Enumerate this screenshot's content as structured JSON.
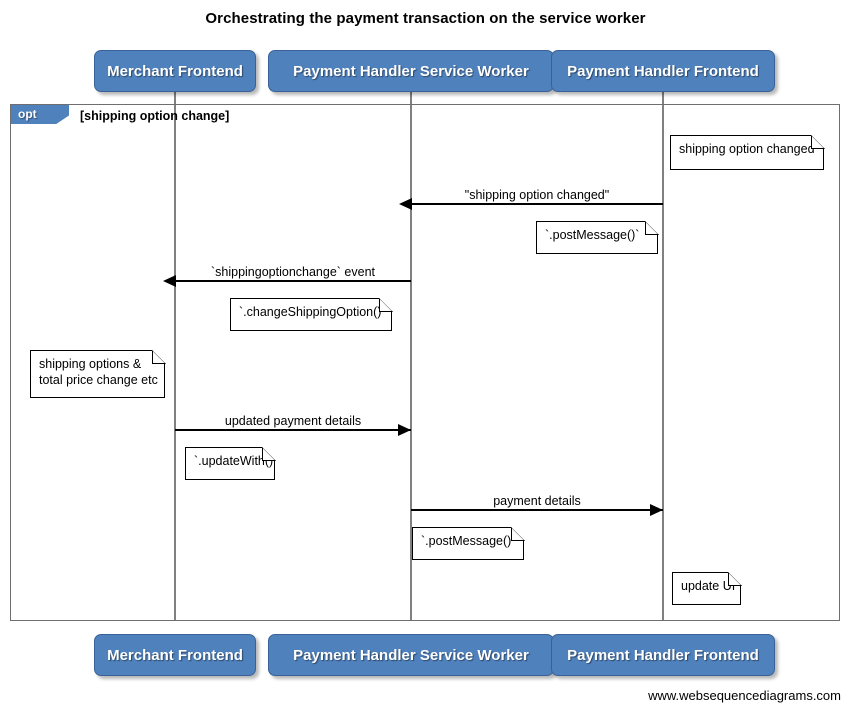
{
  "title": "Orchestrating the payment transaction on the service worker",
  "colors": {
    "participant_fill": "#4f81bd",
    "participant_border": "#3a6298",
    "frame_border": "#6e6e6e",
    "lifeline": "#808080",
    "message": "#000000",
    "note_fill": "#ffffff",
    "background": "#ffffff"
  },
  "participants": [
    {
      "id": "merchant-frontend",
      "label": "Merchant Frontend"
    },
    {
      "id": "payment-handler-service-worker",
      "label": "Payment Handler Service Worker"
    },
    {
      "id": "payment-handler-frontend",
      "label": "Payment Handler Frontend"
    }
  ],
  "fragment": {
    "type": "opt",
    "tag": "opt",
    "guard": "[shipping option change]"
  },
  "messages": [
    {
      "id": "shipping-option-changed",
      "label": "\"shipping option changed\"",
      "from": "payment-handler-frontend",
      "to": "payment-handler-service-worker",
      "direction": "left"
    },
    {
      "id": "shippingoptionchange-event",
      "label": "`shippingoptionchange` event",
      "from": "payment-handler-service-worker",
      "to": "merchant-frontend",
      "direction": "left"
    },
    {
      "id": "updated-payment-details",
      "label": "updated payment details",
      "from": "merchant-frontend",
      "to": "payment-handler-service-worker",
      "direction": "right"
    },
    {
      "id": "payment-details",
      "label": "payment details",
      "from": "payment-handler-service-worker",
      "to": "payment-handler-frontend",
      "direction": "right"
    }
  ],
  "notes": [
    {
      "id": "note-shipping-option-changed",
      "text": "shipping option changed"
    },
    {
      "id": "note-post-message-1",
      "text": "`.postMessage()`"
    },
    {
      "id": "note-change-shipping-option",
      "text": "`.changeShippingOption()`"
    },
    {
      "id": "note-shipping-options-total",
      "text": "shipping options &\ntotal price change etc"
    },
    {
      "id": "note-update-with",
      "text": "`.updateWith()`"
    },
    {
      "id": "note-post-message-2",
      "text": "`.postMessage()`"
    },
    {
      "id": "note-update-ui",
      "text": "update UI"
    }
  ],
  "footer": {
    "watermark": "www.websequencediagrams.com"
  }
}
